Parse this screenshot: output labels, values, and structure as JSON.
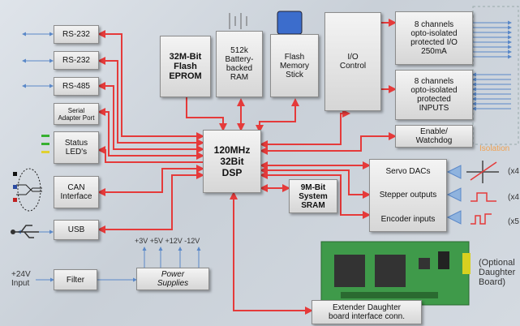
{
  "blocks": {
    "rs232_1": "RS-232",
    "rs232_2": "RS-232",
    "rs485": "RS-485",
    "serial_adapter": "Serial\nAdapter Port",
    "status_leds": "Status\nLED's",
    "can": "CAN\nInterface",
    "usb": "USB",
    "flash_eprom": "32M-Bit\nFlash\nEPROM",
    "battery_ram": "512k\nBattery-\nbacked\nRAM",
    "flash_stick": "Flash\nMemory\nStick",
    "io_control": "I/O\nControl",
    "outputs_8ch": "8 channels\nopto-isolated\nprotected I/O\n250mA",
    "inputs_8ch": "8 channels\nopto-isolated\nprotected\nINPUTS",
    "watchdog": "Enable/\nWatchdog",
    "dsp": "120MHz\n32Bit\nDSP",
    "sram": "9M-Bit\nSystem\nSRAM",
    "servo_dacs": "Servo DACs",
    "stepper": "Stepper outputs",
    "encoder": "Encoder inputs",
    "filter": "Filter",
    "power": "Power\nSupplies",
    "extender": "Extender Daughter\nboard interface conn."
  },
  "labels": {
    "isolation": "Isolation",
    "input_24v": "+24V\nInput",
    "voltages": "+3V  +5V  +12V  -12V",
    "optional_board": "(Optional\nDaughter\nBoard)",
    "x4_servo": "(x4",
    "x4_stepper": "(x4",
    "x5_encoder": "(x5"
  },
  "colors": {
    "arrow": "#e53a3a",
    "io_link": "#5a88c8",
    "pcb": "#3f9a4a"
  }
}
